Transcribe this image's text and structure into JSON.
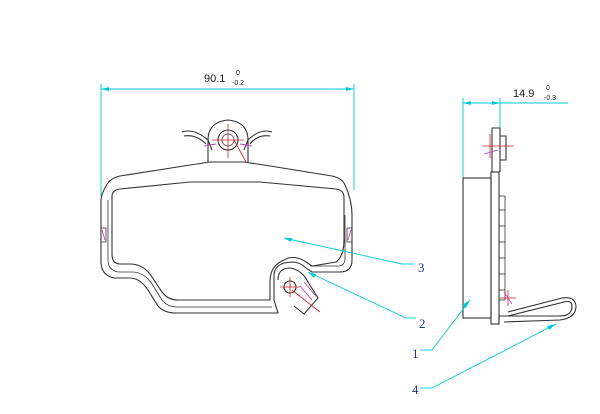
{
  "dimensions": {
    "width": {
      "value": "90.1",
      "tol_upper": "0",
      "tol_lower": "-0.2"
    },
    "thickness": {
      "value": "14.9",
      "tol_upper": "0",
      "tol_lower": "-0.3"
    }
  },
  "callouts": {
    "c1": "1",
    "c2": "2",
    "c3": "3",
    "c4": "4"
  },
  "colors": {
    "outline": "#333333",
    "dimension": "#00c8d8",
    "hatch": "#c040c0",
    "centerline": "#d02020",
    "callout": "#1a3a8a"
  }
}
